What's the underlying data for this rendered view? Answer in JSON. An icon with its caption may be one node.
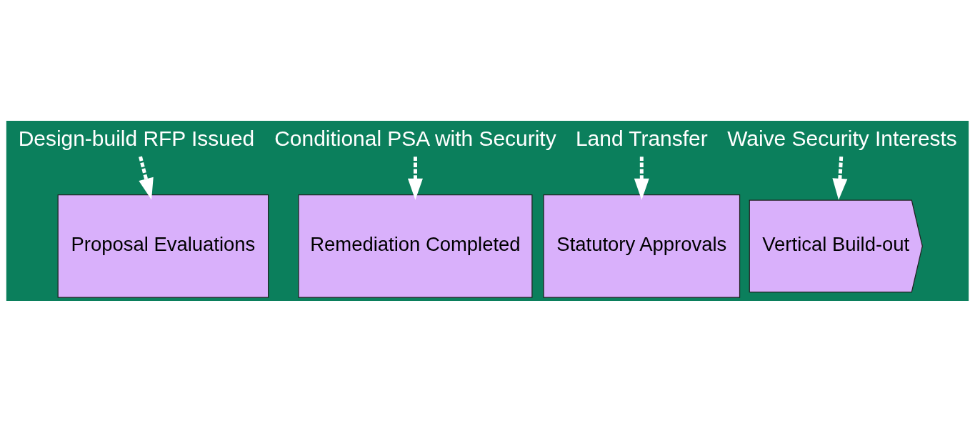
{
  "diagram": {
    "nodes": [
      {
        "text": [
          "Design-build RFP Issued"
        ]
      },
      {
        "text": [
          "Conditional PSA with Security"
        ]
      },
      {
        "text": [
          "Land Transfer"
        ]
      },
      {
        "text": [
          "Waive Security Interests"
        ]
      },
      {
        "text": [
          "Proposal Evaluations"
        ]
      },
      {
        "text": [
          "Remediation Completed"
        ]
      },
      {
        "text": [
          "Statutory Approvals"
        ]
      },
      {
        "text": [
          "Vertical Build-out"
        ]
      }
    ],
    "edges": [
      {
        "from": 0,
        "to": 4,
        "arrow": "to",
        "style": "dashed"
      },
      {
        "from": 1,
        "to": 5,
        "arrow": "to",
        "style": "dashed"
      },
      {
        "from": 2,
        "to": 6,
        "arrow": "to",
        "style": "dashed"
      },
      {
        "from": 3,
        "to": 7,
        "arrow": "to",
        "style": "dashed"
      }
    ]
  }
}
